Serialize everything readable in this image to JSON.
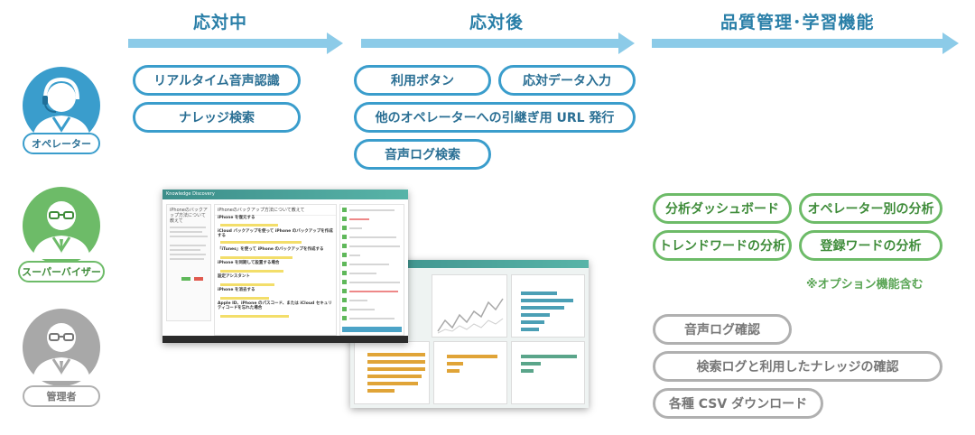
{
  "phases": {
    "during": "応対中",
    "after": "応対後",
    "quality": "品質管理･学習機能"
  },
  "operator": {
    "label": "オペレーター",
    "items": [
      "リアルタイム音声認識",
      "ナレッジ検索"
    ]
  },
  "after_items": [
    "利用ボタン",
    "応対データ入力",
    "他のオペレーターへの引継ぎ用 URL 発行",
    "音声ログ検索"
  ],
  "supervisor": {
    "label": "スーパーバイザー",
    "items": [
      "分析ダッシュボード",
      "オペレーター別の分析",
      "トレンドワードの分析",
      "登録ワードの分析"
    ],
    "note": "※オプション機能含む"
  },
  "admin": {
    "label": "管理者",
    "items": [
      "音声ログ確認",
      "検索ログと利用したナレッジの確認",
      "各種 CSV ダウンロード"
    ]
  },
  "screenshot": {
    "app_name": "Knowledge Discovery",
    "query_title": "iPhoneのバックアップ方法について教えて",
    "results": [
      "iPhone を復元する",
      "iCloud バックアップを使って iPhone のバックアップを作成する",
      "「iTunes」を使って iPhone のバックアップを作成する",
      "iPhone を同期して設置する場合",
      "設定アシスタント",
      "iPhone を消去する",
      "Apple ID、iPhone のパスコード、または iCloud セキュリティコードを忘れた場合"
    ]
  },
  "colors": {
    "blue": "#3a9dcc",
    "green": "#6dbb68",
    "gray": "#b0b0b0",
    "arrow": "#8ccbe8"
  },
  "icons": {
    "operator": "headset-person-icon",
    "supervisor": "glasses-person-icon",
    "admin": "glasses-person-icon"
  }
}
